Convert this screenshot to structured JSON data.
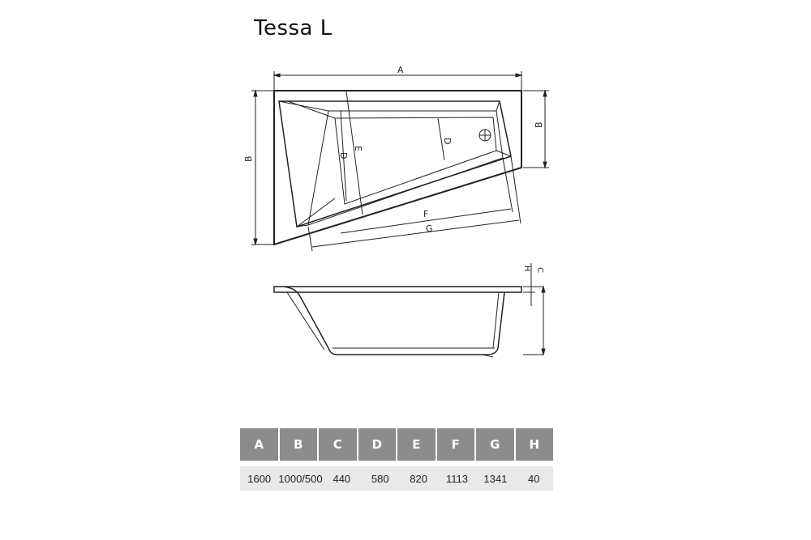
{
  "title": "Tessa L",
  "diagram": {
    "top_view_labels": {
      "A": "A",
      "B_left": "B",
      "B_right": "B",
      "D1": "D",
      "D2": "D",
      "E": "E",
      "F": "F",
      "G": "G"
    },
    "side_view_labels": {
      "H": "H",
      "C": "C"
    }
  },
  "table": {
    "headers": [
      "A",
      "B",
      "C",
      "D",
      "E",
      "F",
      "G",
      "H"
    ],
    "values": [
      "1600",
      "1000/500",
      "440",
      "580",
      "820",
      "1113",
      "1341",
      "40"
    ]
  }
}
